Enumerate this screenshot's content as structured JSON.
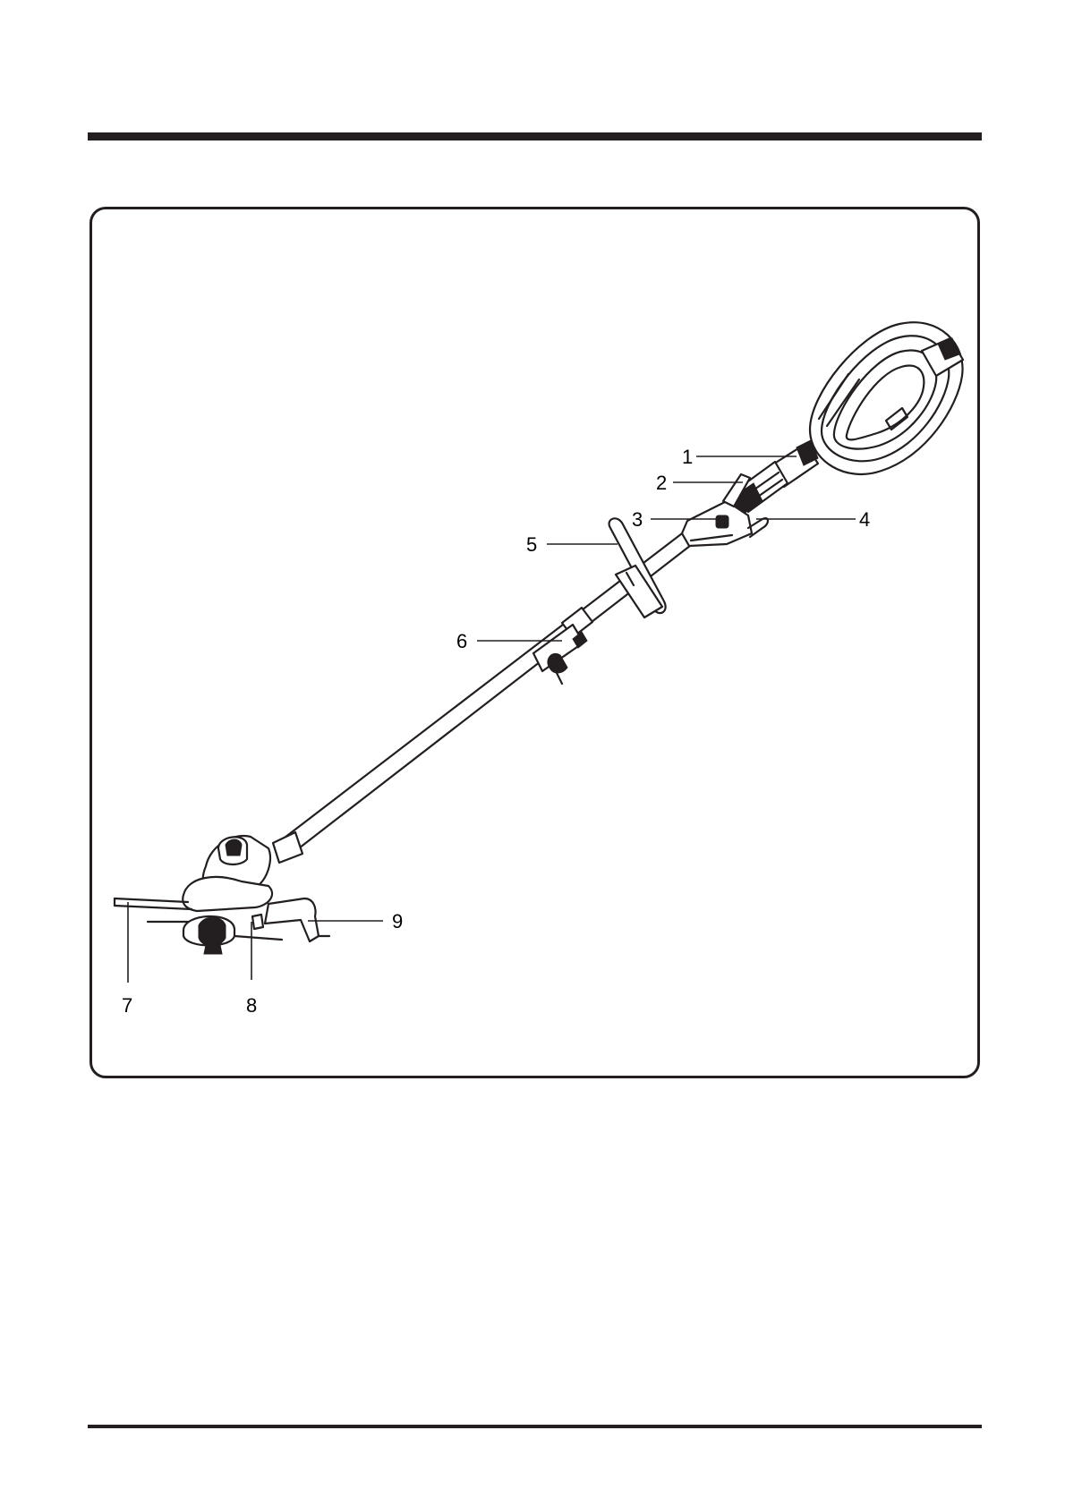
{
  "page": {
    "colors": {
      "ink": "#231f20",
      "background": "#ffffff"
    }
  },
  "figure": {
    "subject": "string-trimmer-icon",
    "callouts": [
      {
        "number": "1"
      },
      {
        "number": "2"
      },
      {
        "number": "3"
      },
      {
        "number": "4"
      },
      {
        "number": "5"
      },
      {
        "number": "6"
      },
      {
        "number": "7"
      },
      {
        "number": "8"
      },
      {
        "number": "9"
      }
    ]
  }
}
